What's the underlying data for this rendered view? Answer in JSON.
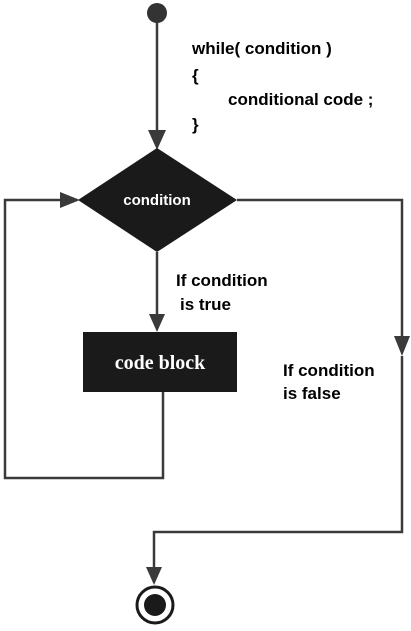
{
  "code": {
    "line1": "while( condition )",
    "line2": "{",
    "line3": "conditional code ;",
    "line4": "}"
  },
  "nodes": {
    "condition_label": "condition",
    "code_block_label": "code block"
  },
  "edges": {
    "true_line1": "If condition",
    "true_line2": "is true",
    "false_line1": "If condition",
    "false_line2": "is false"
  },
  "colors": {
    "node_fill": "#1a1a1a",
    "line": "#3a3a3a",
    "start_dot": "#333333",
    "text": "#000000",
    "node_text": "#ffffff"
  }
}
